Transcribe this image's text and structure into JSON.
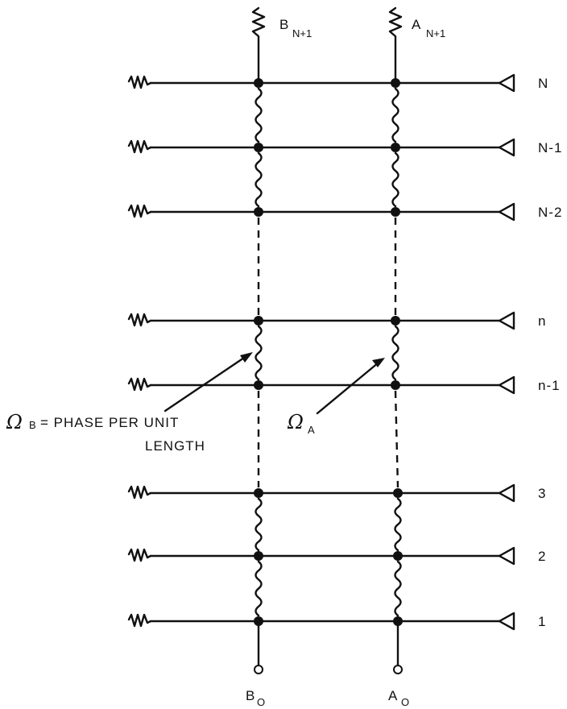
{
  "diagram": {
    "top_labels": {
      "b_main": "B",
      "b_sub": "N+1",
      "a_main": "A",
      "a_sub": "N+1"
    },
    "bottom_labels": {
      "b_main": "B",
      "b_sub": "O",
      "a_main": "A",
      "a_sub": "O"
    },
    "row_labels": [
      "N",
      "N-1",
      "N-2",
      "n",
      "n-1",
      "3",
      "2",
      "1"
    ],
    "omega_b": {
      "symbol": "Ω",
      "sub": "B",
      "line1": "= PHASE PER UNIT",
      "line2": "LENGTH"
    },
    "omega_a": {
      "symbol": "Ω",
      "sub": "A"
    }
  }
}
